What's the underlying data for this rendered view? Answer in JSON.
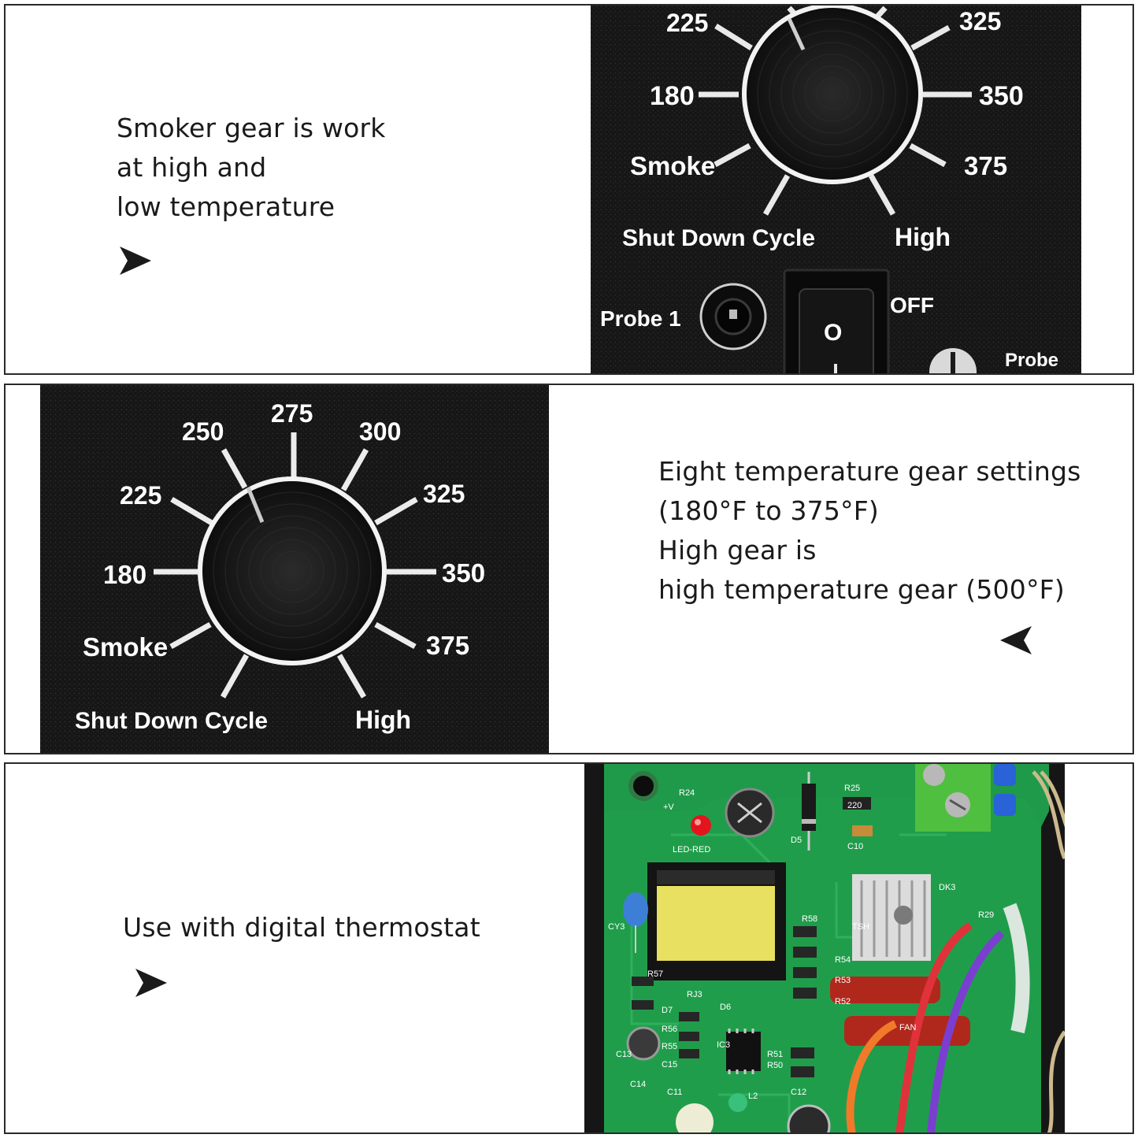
{
  "panels": [
    {
      "caption": [
        "Smoker gear is work",
        "at high and",
        "low temperature"
      ],
      "arrow_icon": "right-arrowhead",
      "dial_labels": {
        "t225": "225",
        "t325": "325",
        "t180": "180",
        "t350": "350",
        "smoke": "Smoke",
        "t375": "375",
        "shutdown": "Shut Down Cycle",
        "high": "High",
        "probe1": "Probe 1",
        "off": "OFF",
        "switch_o": "O",
        "probe_select": "Probe"
      }
    },
    {
      "caption": [
        "Eight temperature gear settings",
        "(180°F to 375°F)",
        "High gear is",
        "high temperature gear (500°F)"
      ],
      "arrow_icon": "left-arrowhead",
      "dial_labels": {
        "t250": "250",
        "t275": "275",
        "t300": "300",
        "t225": "225",
        "t325": "325",
        "t180": "180",
        "t350": "350",
        "smoke": "Smoke",
        "t375": "375",
        "shutdown": "Shut Down Cycle",
        "high": "High"
      }
    },
    {
      "caption": [
        "Use with digital thermostat"
      ],
      "arrow_icon": "right-arrowhead",
      "board_labels": {
        "r24": "R24",
        "v": "+V",
        "led": "LED-RED",
        "r25": "R25",
        "r220": "220",
        "c10": "C10",
        "d5": "D5",
        "dk3": "DK3",
        "cy3": "CY3",
        "r58": "R58",
        "r54": "R54",
        "r53": "R53",
        "r52": "R52",
        "r57": "R57",
        "rj3": "RJ3",
        "d7": "D7",
        "d6": "D6",
        "r56": "R56",
        "r55": "R55",
        "c13": "C13",
        "c15": "C15",
        "c14": "C14",
        "c11": "C11",
        "r51": "R51",
        "r50": "R50",
        "c12": "C12",
        "l2": "L2",
        "r29": "R29",
        "fan": "FAN",
        "ic3": "IC3",
        "tsh": "TSH"
      }
    }
  ],
  "colors": {
    "panel_metal": "#141414",
    "pcb_green": "#1f9a4a",
    "terminal_green": "#4fbf3f",
    "wire_red": "#e0323a",
    "wire_purple": "#7a3fd0",
    "wire_orange": "#f07a2a",
    "capacitor_blue": "#3d7fd6",
    "transformer_yellow": "#e8e060"
  }
}
